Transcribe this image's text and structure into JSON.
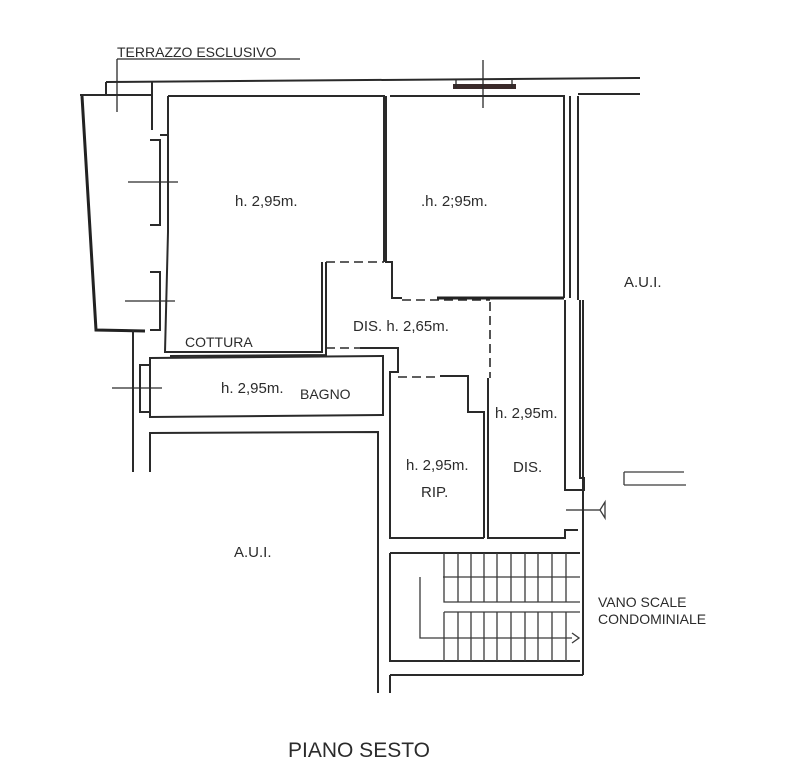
{
  "plan": {
    "title": "PIANO SESTO",
    "terrace_label": "TERRAZZO ESCLUSIVO",
    "rooms": [
      {
        "id": "room-1",
        "height_label": "h. 2,95m."
      },
      {
        "id": "room-2",
        "height_label": ".h. 2;95m."
      },
      {
        "id": "cottura",
        "name": "COTTURA"
      },
      {
        "id": "disimpegno",
        "label": "DIS. h. 2,65m."
      },
      {
        "id": "bagno",
        "height_label": "h. 2,95m.",
        "name": "BAGNO"
      },
      {
        "id": "ripostiglio",
        "height_label": "h. 2,95m.",
        "name": "RIP."
      },
      {
        "id": "dis-2",
        "height_label": "h. 2,95m.",
        "name": "DIS."
      }
    ],
    "aui_right": "A.U.I.",
    "aui_left": "A.U.I.",
    "stairs_label_line1": "VANO SCALE",
    "stairs_label_line2": "CONDOMINIALE"
  }
}
